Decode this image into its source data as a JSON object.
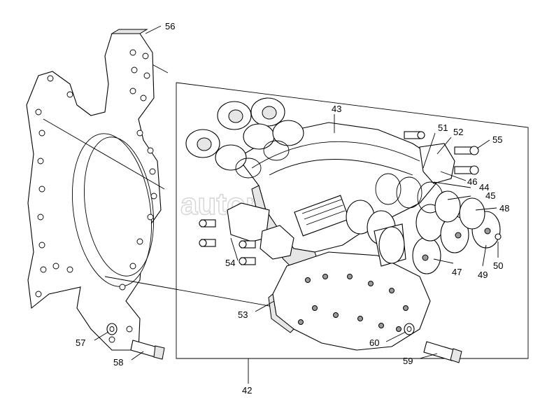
{
  "watermark": "autoparts",
  "part_numbers": {
    "p42": "42",
    "p43": "43",
    "p44": "44",
    "p45": "45",
    "p46": "46",
    "p47": "47",
    "p48": "48",
    "p49": "49",
    "p50": "50",
    "p51": "51",
    "p52": "52",
    "p53": "53",
    "p54": "54",
    "p55": "55",
    "p56": "56",
    "p57": "57",
    "p58": "58",
    "p59": "59",
    "p60": "60"
  }
}
